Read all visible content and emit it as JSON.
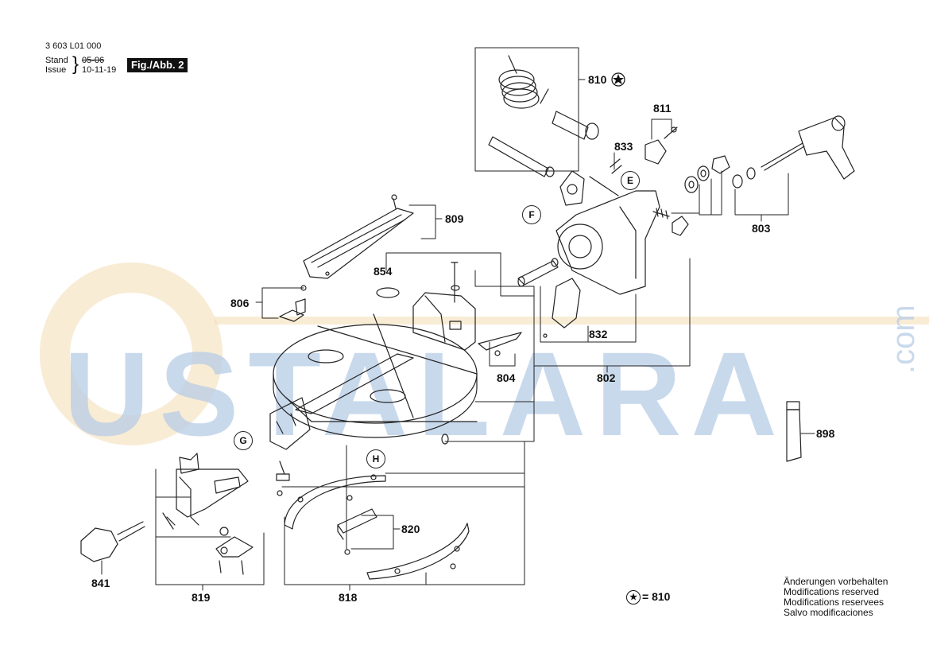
{
  "header": {
    "doc_number": "3 603 L01 000",
    "stand_label": "Stand",
    "issue_label": "Issue",
    "stand_value": "05-06",
    "issue_value": "10-11-19",
    "fig_label": "Fig./Abb. 2"
  },
  "watermark": {
    "text": "USTALARA",
    "suffix": ".com",
    "color_blue": "#b8cde6",
    "color_orange": "#f3dcb3"
  },
  "labels": {
    "p809": "809",
    "p854": "854",
    "p806": "806",
    "p804": "804",
    "p832": "832",
    "p802": "802",
    "p810": "810",
    "p811": "811",
    "p833": "833",
    "p803": "803",
    "p898": "898",
    "p820": "820",
    "p841": "841",
    "p819": "819",
    "p818": "818"
  },
  "markers": {
    "E": "E",
    "F": "F",
    "G": "G",
    "H": "H"
  },
  "legend": {
    "star_symbol": "★",
    "equals_text": "= 810"
  },
  "notes": [
    "Änderungen vorbehalten",
    "Modifications reserved",
    "Modifications reservees",
    "Salvo modificaciones"
  ]
}
